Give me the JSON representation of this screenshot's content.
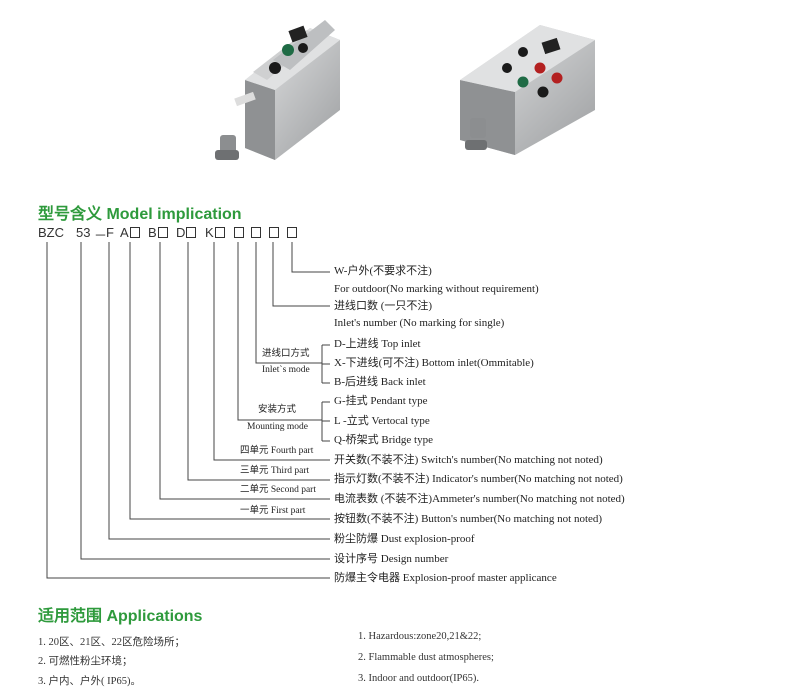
{
  "model_heading": "型号含义 Model implication",
  "model_code": {
    "bzc": "BZC",
    "num": "53",
    "dash": "－",
    "f": "F",
    "a": "A",
    "b": "B",
    "d": "D",
    "k": "K"
  },
  "lines": {
    "outdoor_cn": "W-户外(不要求不注)",
    "outdoor_en": "For outdoor(No marking without requirement)",
    "inlet_cn": "进线口数 (一只不注)",
    "inlet_en": "Inlet's number (No marking for single)",
    "top_inlet": "D-上进线  Top inlet",
    "bottom_inlet": "X-下进线(可不注) Bottom  inlet(Ommitable)",
    "back_inlet": "B-后进线 Back inlet",
    "pendant": "G-挂式 Pendant type",
    "vertical": "L -立式  Vertocal type",
    "bridge": "Q-桥架式 Bridge  type",
    "switch": "开关数(不装不注) Switch's number(No matching not noted)",
    "indicator": "指示灯数(不装不注) Indicator's number(No matching not noted)",
    "ammeter": "电流表数 (不装不注)Ammeter's number(No matching not noted)",
    "button": "按钮数(不装不注) Button's number(No matching not noted)",
    "dust": "粉尘防爆 Dust explosion-proof",
    "design": "设计序号 Design number",
    "master": "防爆主令电器 Explosion-proof master applicance"
  },
  "side_labels": {
    "inlet_mode_cn": "进线口方式",
    "inlet_mode_en": "Inlet`s mode",
    "mounting_cn": "安装方式",
    "mounting_en": "Mounting mode",
    "fourth": "四单元 Fourth part",
    "third": "三单元 Third part",
    "second": "二单元 Second part",
    "first": "一单元 First part"
  },
  "applications_heading": "适用范围  Applications",
  "applications_cn": [
    "1. 20区、21区、22区危险场所；",
    "2. 可燃性粉尘环境；",
    "3. 户内、户外( IP65)。"
  ],
  "applications_en": [
    "1. Hazardous:zone20,21&22;",
    "2. Flammable dust atmospheres;",
    "3. Indoor and outdoor(IP65)."
  ],
  "colors": {
    "heading_green": "#2e9a3c",
    "enclosure_gray": "#c9cacb",
    "button_red": "#b32020",
    "button_green": "#1f6b45"
  }
}
